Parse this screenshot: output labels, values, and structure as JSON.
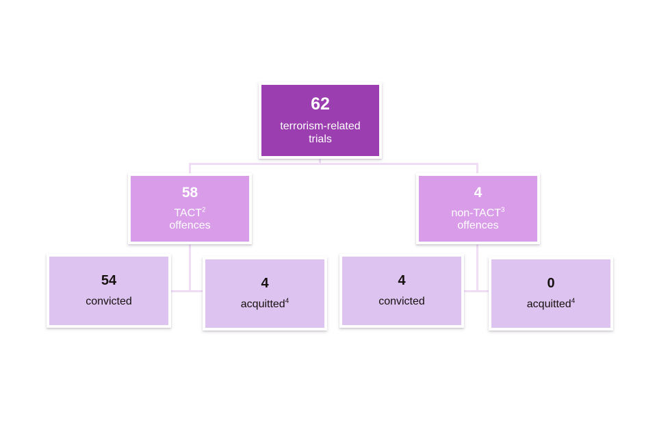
{
  "diagram": {
    "type": "flow-tree",
    "background_color": "#ffffff",
    "connector_color": "#f0dcf5",
    "levels": [
      {
        "level": 1,
        "fill_color": "#9b3fb0",
        "text_color": "#ffffff",
        "nodes": [
          {
            "id": "root",
            "value": "62",
            "label": "terrorism-related trials",
            "label_line_1": "terrorism-related",
            "label_line_2": "trials",
            "footnote": ""
          }
        ]
      },
      {
        "level": 2,
        "fill_color": "#d89ce8",
        "text_color": "#ffffff",
        "nodes": [
          {
            "id": "tact",
            "value": "58",
            "label": "TACT2 offences",
            "label_line_1": "TACT",
            "footnote": "2",
            "label_line_2": "offences"
          },
          {
            "id": "non-tact",
            "value": "4",
            "label": "non-TACT3 offences",
            "label_line_1": "non-TACT",
            "footnote": "3",
            "label_line_2": "offences"
          }
        ]
      },
      {
        "level": 3,
        "fill_color": "#ddc3ef",
        "text_color": "#16100f",
        "nodes": [
          {
            "id": "tact-convicted",
            "value": "54",
            "label": "convicted",
            "footnote": ""
          },
          {
            "id": "tact-acquitted",
            "value": "4",
            "label": "acquitted",
            "footnote": "4"
          },
          {
            "id": "non-tact-convicted",
            "value": "4",
            "label": "convicted",
            "footnote": ""
          },
          {
            "id": "non-tact-acquitted",
            "value": "0",
            "label": "acquitted",
            "footnote": "4"
          }
        ]
      }
    ]
  },
  "chart_data": {
    "type": "table",
    "title": "",
    "categories": [
      "62 terrorism-related trials",
      "58 TACT offences",
      "4 non-TACT offences",
      "54 convicted (TACT)",
      "4 acquitted (TACT)",
      "4 convicted (non-TACT)",
      "0 acquitted (non-TACT)"
    ],
    "values": [
      62,
      58,
      4,
      54,
      4,
      4,
      0
    ]
  }
}
